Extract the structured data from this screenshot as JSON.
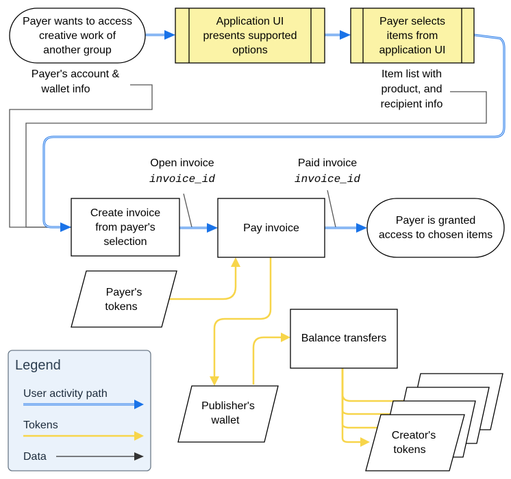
{
  "nodes": {
    "payer_wants": [
      "Payer wants to access",
      "creative work of",
      "another group"
    ],
    "app_ui": [
      "Application UI",
      "presents supported",
      "options"
    ],
    "payer_selects": [
      "Payer selects",
      "items from",
      "application UI"
    ],
    "create_invoice": [
      "Create invoice",
      "from payer's",
      "selection"
    ],
    "pay_invoice": [
      "Pay invoice"
    ],
    "payer_granted": [
      "Payer is granted",
      "access to chosen items"
    ],
    "payers_tokens": [
      "Payer's",
      "tokens"
    ],
    "balance_transfers": [
      "Balance transfers"
    ],
    "publishers_wallet": [
      "Publisher's",
      "wallet"
    ],
    "creators_tokens": [
      "Creator's",
      "tokens"
    ]
  },
  "labels": {
    "account_wallet": [
      "Payer's account &",
      "wallet info"
    ],
    "item_list": [
      "Item list with",
      "product, and",
      "recipient info"
    ],
    "open_invoice": "Open invoice",
    "open_invoice_id": "invoice_id",
    "paid_invoice": "Paid invoice",
    "paid_invoice_id": "invoice_id"
  },
  "legend": {
    "title": "Legend",
    "user_activity": "User activity path",
    "tokens": "Tokens",
    "data": "Data"
  },
  "colors": {
    "process_fill": "#fbf3a6",
    "user_path": "#1a73e8",
    "tokens": "#f7d54a",
    "data": "#333333",
    "legend_fill": "#eaf2fb"
  }
}
